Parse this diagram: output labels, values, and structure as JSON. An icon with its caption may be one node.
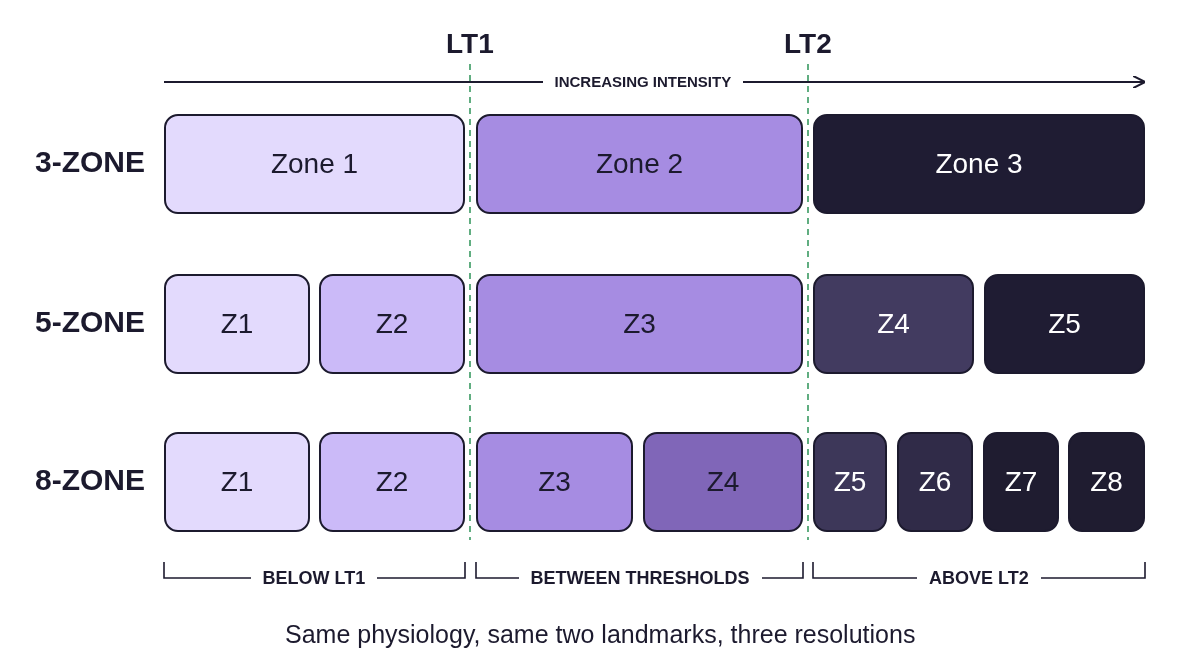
{
  "diagram": {
    "caption": "Same physiology, same two landmarks, three resolutions",
    "nodes": [
      {
        "text": [
          "Zone 1"
        ]
      },
      {
        "text": [
          "Zone 2"
        ]
      },
      {
        "text": [
          "Zone 3"
        ]
      },
      {
        "text": [
          "Z1"
        ]
      },
      {
        "text": [
          "Z2"
        ]
      },
      {
        "text": [
          "Z3"
        ]
      },
      {
        "text": [
          "Z4"
        ]
      },
      {
        "text": [
          "Z5"
        ]
      },
      {
        "text": [
          "Z1"
        ]
      },
      {
        "text": [
          "Z2"
        ]
      },
      {
        "text": [
          "Z3"
        ]
      },
      {
        "text": [
          "Z4"
        ]
      },
      {
        "text": [
          "Z5"
        ]
      },
      {
        "text": [
          "Z6"
        ]
      },
      {
        "text": [
          "Z7"
        ]
      },
      {
        "text": [
          "Z8"
        ]
      }
    ],
    "edges": [],
    "labels": [
      "LT1",
      "LT2",
      "INCREASING INTENSITY",
      "3-ZONE",
      "5-ZONE",
      "8-ZONE",
      "BELOW LT1",
      "BETWEEN THRESHOLDS",
      "ABOVE LT2"
    ]
  }
}
